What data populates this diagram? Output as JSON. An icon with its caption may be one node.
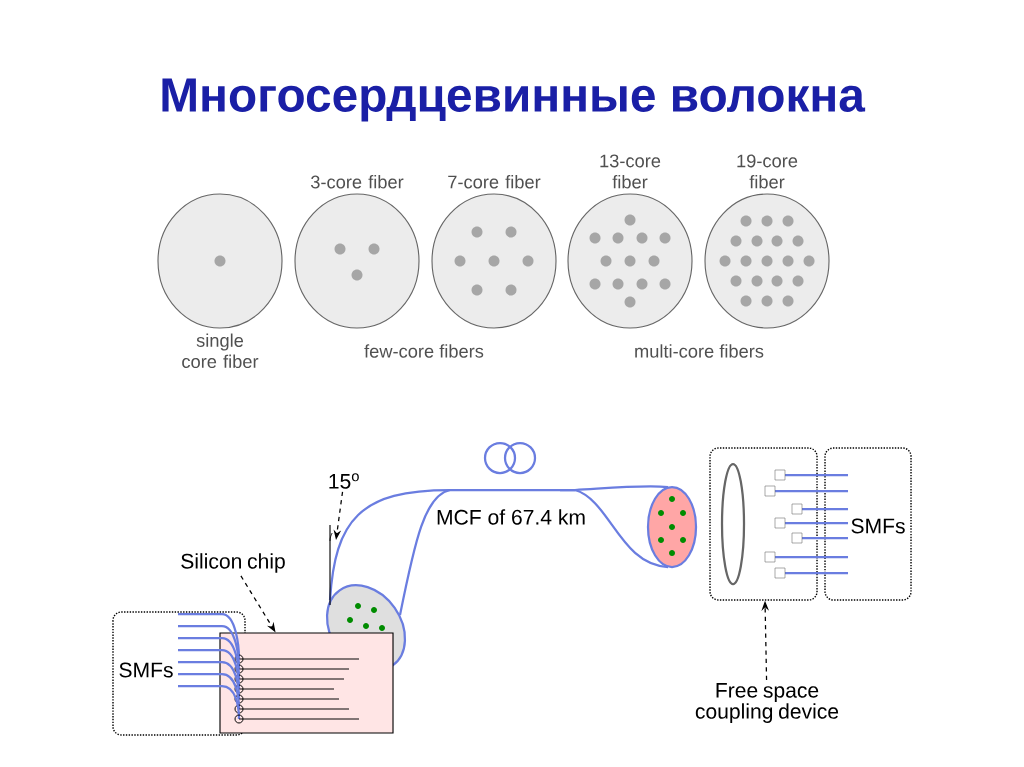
{
  "diagram": {
    "title": "Многосердцевинные волокна",
    "nodes": [
      {
        "text": [
          "single core fiber"
        ]
      },
      {
        "text": [
          "3-core fiber"
        ]
      },
      {
        "text": [
          "7-core fiber"
        ]
      },
      {
        "text": [
          "13-core fiber"
        ]
      },
      {
        "text": [
          "19-core fiber"
        ]
      },
      {
        "text": [
          "SMFs"
        ]
      },
      {
        "text": [],
        "shape": "box"
      },
      {
        "text": [
          "Silicon chip"
        ]
      },
      {
        "text": [],
        "shape": "box"
      },
      {
        "text": [
          "SMFs"
        ]
      },
      {
        "text": [
          "Free space coupling device"
        ]
      },
      {
        "text": [
          "15$^{o}$"
        ]
      }
    ],
    "edges": [
      {
        "from": 7,
        "to": 6,
        "arrow": "to",
        "style": "dashed"
      },
      {
        "from": 10,
        "to": 8,
        "arrow": "to",
        "style": "dashed"
      },
      {
        "from": 11,
        "to": null,
        "arrow": "to",
        "style": "dashed"
      }
    ],
    "labels": [
      "few-core fibers",
      "multi-core fibers",
      "MCF of 67.4 km"
    ]
  }
}
